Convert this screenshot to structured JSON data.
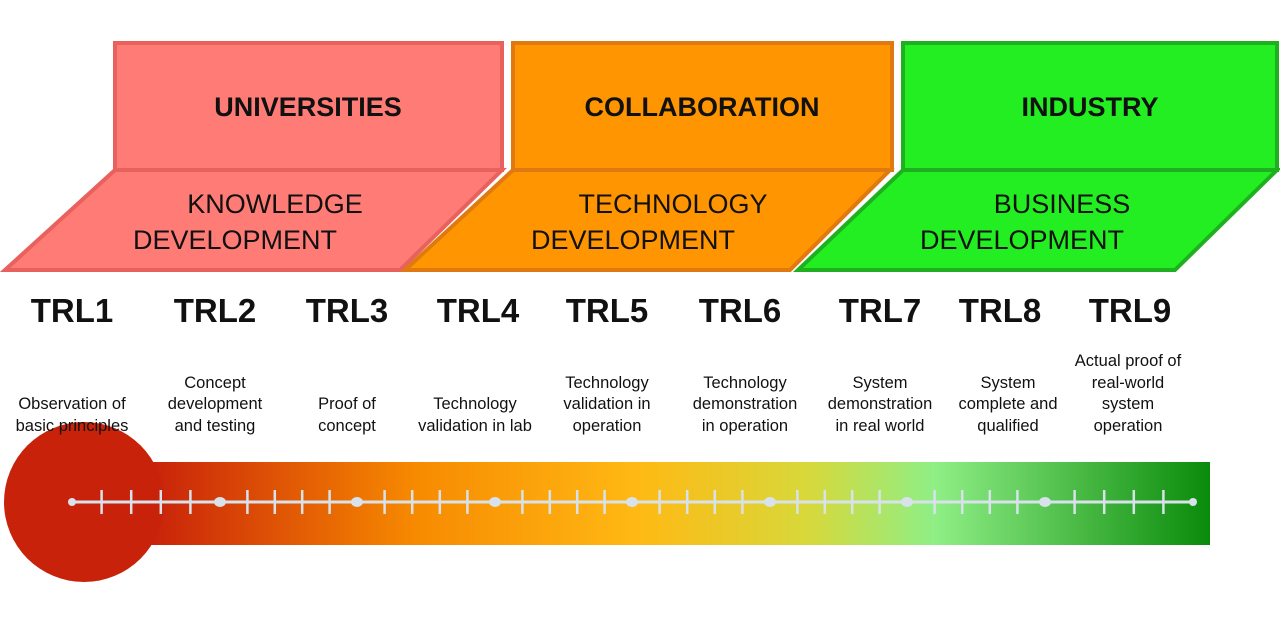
{
  "sectors": [
    {
      "label": "UNIVERSITIES",
      "phase": [
        "KNOWLEDGE",
        "DEVELOPMENT"
      ],
      "color": "#FF7B76",
      "border": "#E8615C"
    },
    {
      "label": "COLLABORATION",
      "phase": [
        "TECHNOLOGY",
        "DEVELOPMENT"
      ],
      "color": "#FF9500",
      "border": "#E07A10"
    },
    {
      "label": "INDUSTRY",
      "phase": [
        "BUSINESS",
        "DEVELOPMENT"
      ],
      "color": "#22EE22",
      "border": "#1FB01F"
    }
  ],
  "levels": [
    {
      "trl": "TRL1",
      "desc": [
        "Observation of",
        "basic principles"
      ]
    },
    {
      "trl": "TRL2",
      "desc": [
        "Concept",
        "development",
        "and testing"
      ]
    },
    {
      "trl": "TRL3",
      "desc": [
        "Proof of",
        "concept"
      ]
    },
    {
      "trl": "TRL4",
      "desc": [
        "Technology",
        "validation in lab"
      ]
    },
    {
      "trl": "TRL5",
      "desc": [
        "Technology",
        "validation in",
        "operation"
      ]
    },
    {
      "trl": "TRL6",
      "desc": [
        "Technology",
        "demonstration",
        "in operation"
      ]
    },
    {
      "trl": "TRL7",
      "desc": [
        "System",
        "demonstration",
        "in real world"
      ]
    },
    {
      "trl": "TRL8",
      "desc": [
        "System",
        "complete and",
        "qualified"
      ]
    },
    {
      "trl": "TRL9",
      "desc": [
        "Actual proof of",
        "real-world",
        "system",
        "operation"
      ]
    }
  ]
}
